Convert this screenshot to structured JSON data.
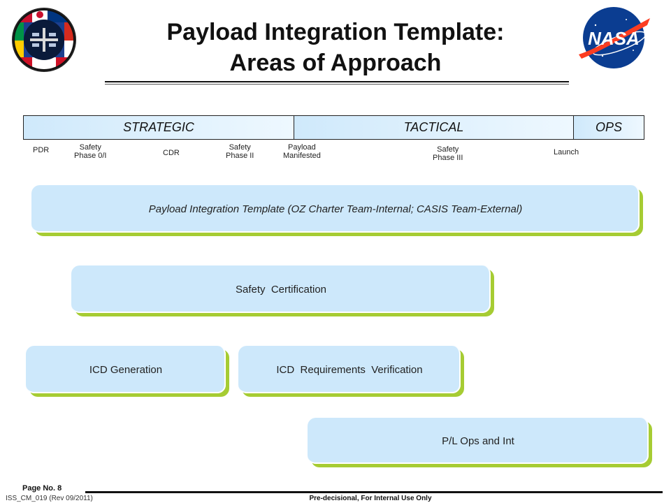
{
  "header": {
    "title_line1": "Payload Integration Template:",
    "title_line2": "Areas of Approach",
    "logo_left": "iss-mission-patch",
    "logo_right": "nasa-meatball-logo"
  },
  "phases": {
    "strategic": "STRATEGIC",
    "tactical": "TACTICAL",
    "ops": "OPS"
  },
  "milestones": {
    "pdr": "PDR",
    "safety_01_line1": "Safety",
    "safety_01_line2": "Phase 0/I",
    "cdr": "CDR",
    "safety_2_line1": "Safety",
    "safety_2_line2": "Phase II",
    "manifested_line1": "Payload",
    "manifested_line2": "Manifested",
    "safety_3_line1": "Safety",
    "safety_3_line2": "Phase III",
    "launch": "Launch"
  },
  "areas": {
    "integration_template": "Payload Integration Template (OZ Charter Team-Internal; CASIS Team-External)",
    "safety_certification": "Safety  Certification",
    "icd_generation": "ICD Generation",
    "icd_verification": "ICD  Requirements  Verification",
    "pl_ops": "P/L Ops and Int"
  },
  "footer": {
    "page_no": "Page No. 8",
    "doc_id": "ISS_CM_019 (Rev 09/2011)",
    "note": "Pre-decisional, For Internal Use Only"
  },
  "colors": {
    "box_fill": "#cde8fb",
    "box_shadow": "#a6cc33",
    "nasa_blue": "#0b3d91",
    "nasa_red": "#fc3d21"
  }
}
